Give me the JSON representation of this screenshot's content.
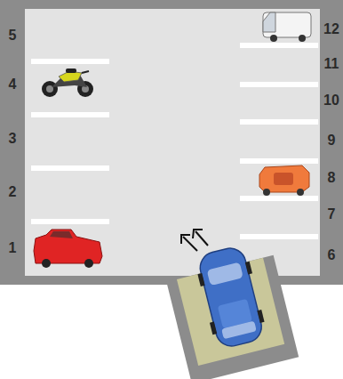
{
  "diagram": {
    "labels": [
      "5",
      "4",
      "3",
      "2",
      "1",
      "12",
      "11",
      "10",
      "9",
      "8",
      "7",
      "6"
    ]
  }
}
